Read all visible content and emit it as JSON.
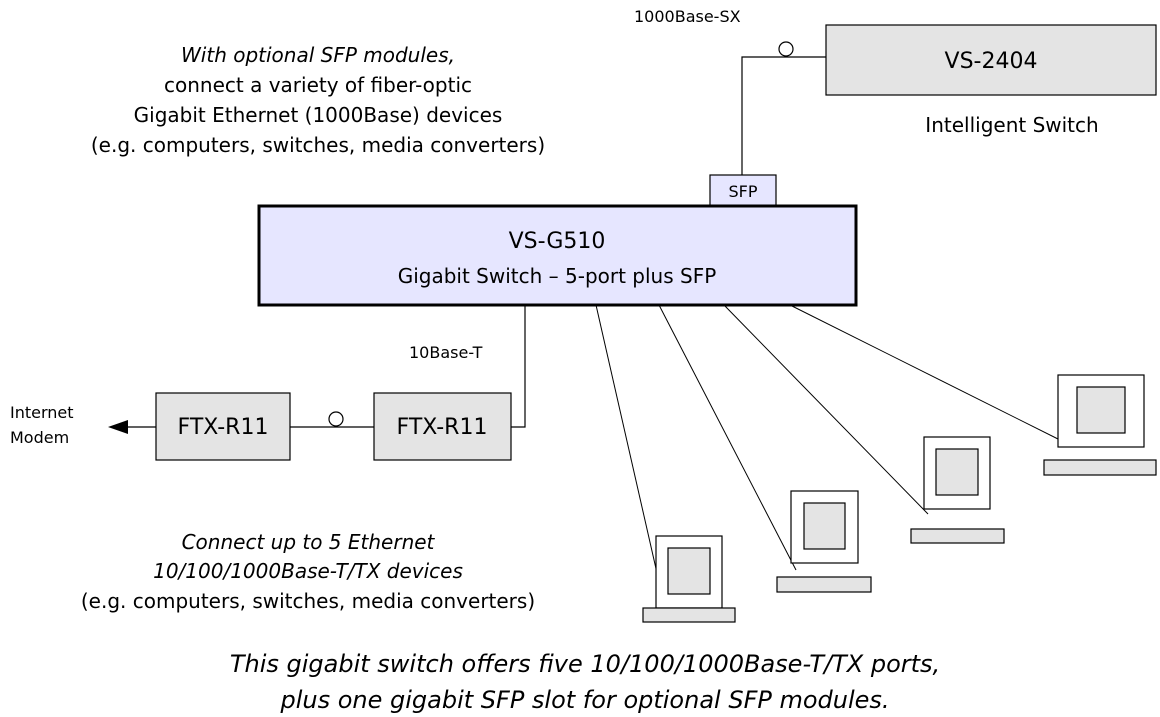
{
  "top_note": {
    "line1": "With optional SFP modules,",
    "line2": "connect a variety of fiber-optic",
    "line3": "Gigabit Ethernet (1000Base) devices",
    "line4": "(e.g. computers, switches, media converters)"
  },
  "fiber_label": "1000Base-SX",
  "intelligent_switch": {
    "name": "VS-2404",
    "caption": "Intelligent Switch"
  },
  "sfp_label": "SFP",
  "main_switch": {
    "name": "VS-G510",
    "subtitle": "Gigabit Switch – 5-port plus SFP",
    "fill_color": "#e6e6ff"
  },
  "copper_label": "10Base-T",
  "converters": {
    "left": "FTX-R11",
    "right": "FTX-R11",
    "fill_color": "#e4e4e4"
  },
  "modem_label": {
    "line1": "Internet",
    "line2": "Modem"
  },
  "bottom_note": {
    "line1": "Connect up to 5 Ethernet",
    "line2": "10/100/1000Base-T/TX devices",
    "line3": "(e.g. computers, switches, media converters)"
  },
  "footer": {
    "line1": "This gigabit switch offers five 10/100/1000Base-T/TX ports,",
    "line2": "plus one gigabit SFP slot for optional SFP modules."
  }
}
